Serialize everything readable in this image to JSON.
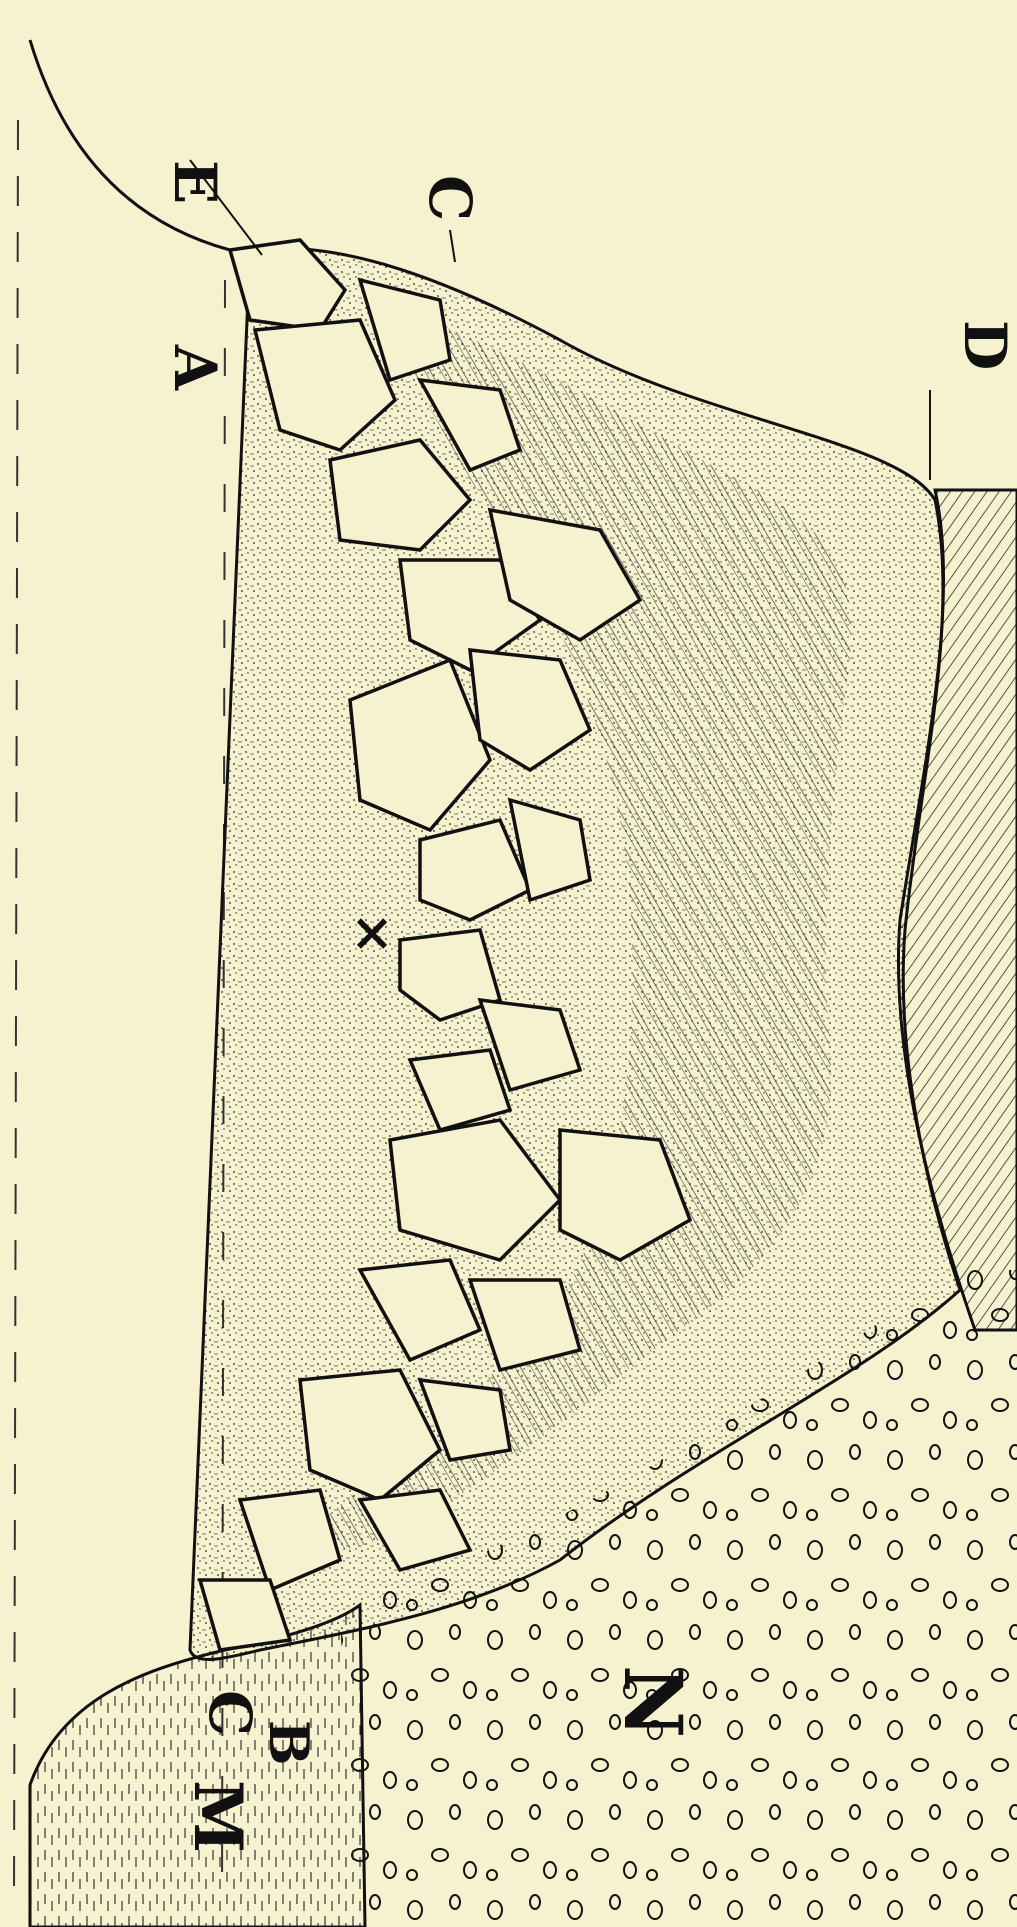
{
  "colors": {
    "paper": "#f6f1cf",
    "ink": "#111111"
  },
  "labels": {
    "a": "A",
    "b": "B",
    "c_top": "C",
    "c_bottom": "C",
    "m": "M",
    "n": "N",
    "d": "D",
    "e": "E",
    "x_mark": "×"
  }
}
